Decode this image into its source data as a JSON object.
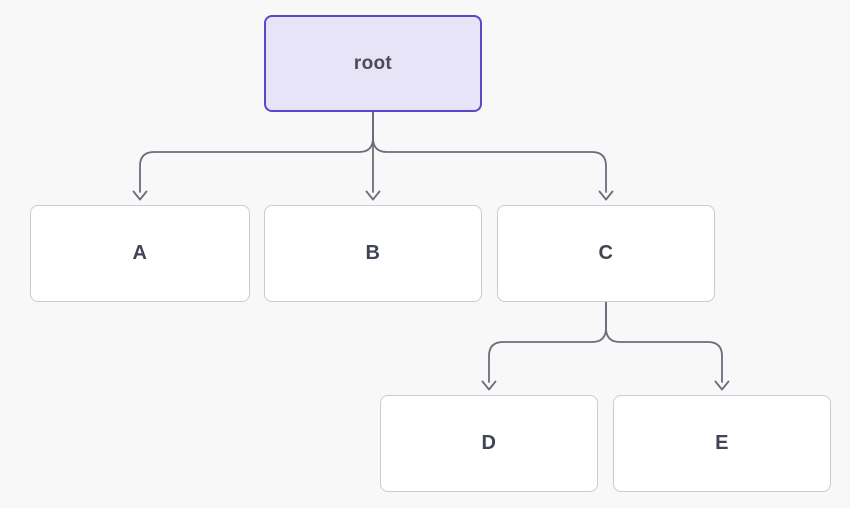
{
  "diagram": {
    "type": "tree",
    "background_color": "#f8f8f9",
    "connector_color": "#6e6b7c",
    "node_border_color": "#cbcad5",
    "node_fill_color": "#ffffff",
    "root_fill_color": "#e7e4f7",
    "root_border_color": "#5a48c9",
    "label_color": "#414455",
    "nodes": {
      "root": {
        "id": "root",
        "label": "root"
      },
      "a": {
        "id": "A",
        "label": "A"
      },
      "b": {
        "id": "B",
        "label": "B"
      },
      "c": {
        "id": "C",
        "label": "C"
      },
      "d": {
        "id": "D",
        "label": "D"
      },
      "e": {
        "id": "E",
        "label": "E"
      }
    },
    "edges": [
      {
        "from": "root",
        "to": "A"
      },
      {
        "from": "root",
        "to": "B"
      },
      {
        "from": "root",
        "to": "C"
      },
      {
        "from": "C",
        "to": "D"
      },
      {
        "from": "C",
        "to": "E"
      }
    ]
  }
}
